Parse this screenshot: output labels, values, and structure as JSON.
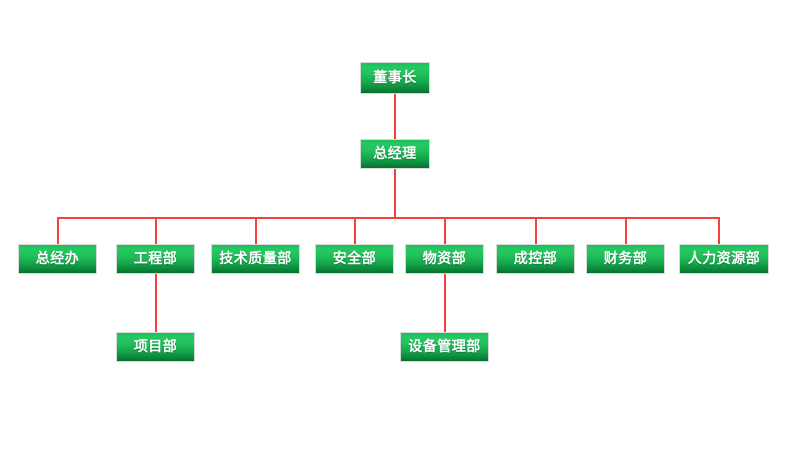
{
  "chart_data": {
    "type": "diagram",
    "diagram_type": "organizational-chart",
    "title": "",
    "orientation": "top-down",
    "colors": {
      "node_fill_top": "#22c65f",
      "node_fill_bottom": "#07702f",
      "node_border": "#d9d9d9",
      "node_text": "#ffffff",
      "connector": "#f4403f",
      "background": "#ffffff"
    },
    "levels": [
      {
        "level": 1,
        "labels": [
          "董事长"
        ]
      },
      {
        "level": 2,
        "labels": [
          "总经理"
        ]
      },
      {
        "level": 3,
        "labels": [
          "总经办",
          "工程部",
          "技术质量部",
          "安全部",
          "物资部",
          "成控部",
          "财务部",
          "人力资源部"
        ]
      },
      {
        "level": 4,
        "labels": [
          "项目部",
          "设备管理部"
        ]
      }
    ],
    "edges": [
      {
        "from": "董事长",
        "to": "总经理"
      },
      {
        "from": "总经理",
        "to": "总经办"
      },
      {
        "from": "总经理",
        "to": "工程部"
      },
      {
        "from": "总经理",
        "to": "技术质量部"
      },
      {
        "from": "总经理",
        "to": "安全部"
      },
      {
        "from": "总经理",
        "to": "物资部"
      },
      {
        "from": "总经理",
        "to": "成控部"
      },
      {
        "from": "总经理",
        "to": "财务部"
      },
      {
        "from": "总经理",
        "to": "人力资源部"
      },
      {
        "from": "工程部",
        "to": "项目部"
      },
      {
        "from": "物资部",
        "to": "设备管理部"
      }
    ]
  },
  "nodes": {
    "chairman": {
      "label": "董事长"
    },
    "general_manager": {
      "label": "总经理"
    },
    "dept_gm_office": {
      "label": "总经办"
    },
    "dept_engineering": {
      "label": "工程部"
    },
    "dept_tech_quality": {
      "label": "技术质量部"
    },
    "dept_safety": {
      "label": "安全部"
    },
    "dept_materials": {
      "label": "物资部"
    },
    "dept_cost_control": {
      "label": "成控部"
    },
    "dept_finance": {
      "label": "财务部"
    },
    "dept_hr": {
      "label": "人力资源部"
    },
    "sub_project": {
      "label": "项目部"
    },
    "sub_equipment": {
      "label": "设备管理部"
    }
  }
}
